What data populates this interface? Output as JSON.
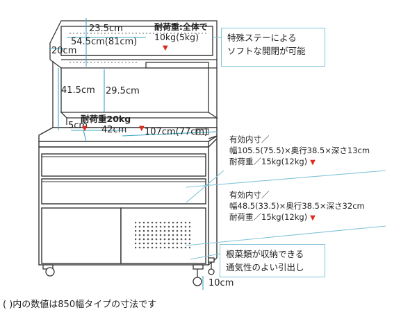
{
  "dimensions": {
    "top_depth": "23.5cm",
    "top_width": "54.5cm(81cm)",
    "top_side": "20cm",
    "total_height_mid": "41.5cm",
    "mid_height": "29.5cm",
    "shelf_depth": "5cm",
    "cabinet_depth": "42cm",
    "cabinet_width": "107cm(77cm)",
    "leg_height": "10cm"
  },
  "load_labels": {
    "top_load_line1": "耐荷重:全体で",
    "top_load_line2": "10kg(5kg)",
    "shelf_load": "耐荷重20kg"
  },
  "callouts": {
    "top": [
      "特殊ステーによる",
      "ソフトな開閉が可能"
    ],
    "bottom": [
      "根菜類が収納できる",
      "通気性のよい引出し"
    ]
  },
  "drawer_specs": [
    {
      "line1": "有効内寸／",
      "line2": "幅105.5(75.5)×奥行38.5×深さ13cm",
      "line3": "耐荷重／15kg(12kg)"
    },
    {
      "line1": "有効内寸／",
      "line2": "幅48.5(33.5)×奥行38.5×深さ32cm",
      "line3": "耐荷重／15kg(12kg)"
    }
  ],
  "footnote": "( )内の数値は850幅タイプの寸法です",
  "colors": {
    "line": "#333333",
    "callout_border": "#7fc4d8",
    "arrow": "#e02a1d",
    "leader": "#7fc4d8"
  }
}
